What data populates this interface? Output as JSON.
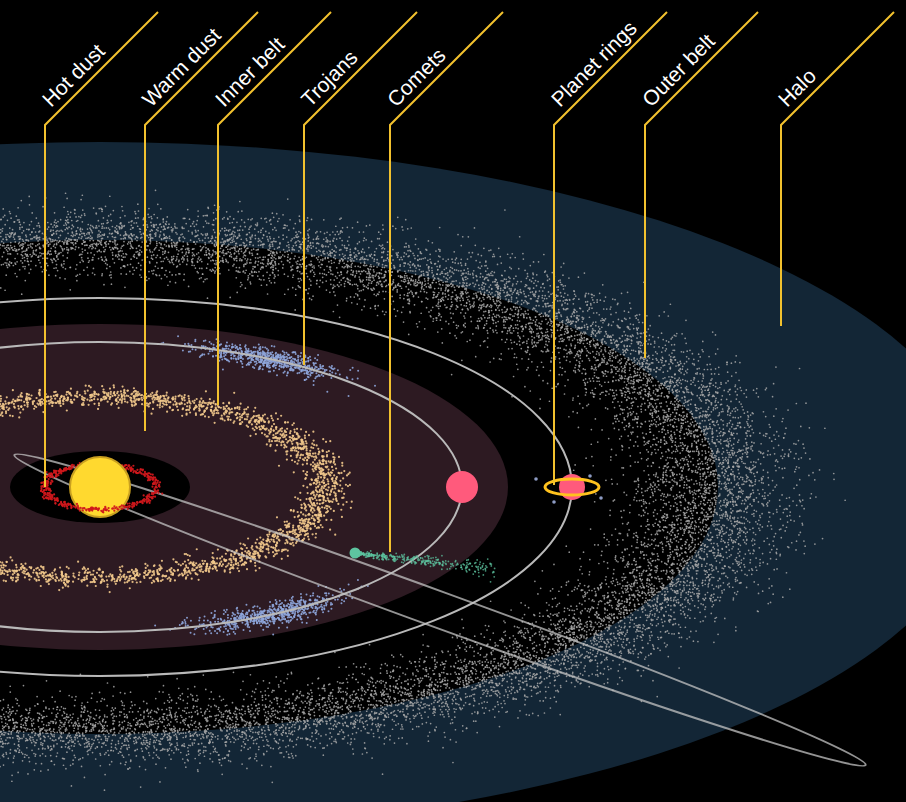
{
  "diagram": {
    "labels": [
      "Hot dust",
      "Warm dust",
      "Inner belt",
      "Trojans",
      "Comets",
      "Planet rings",
      "Outer belt",
      "Halo"
    ]
  }
}
